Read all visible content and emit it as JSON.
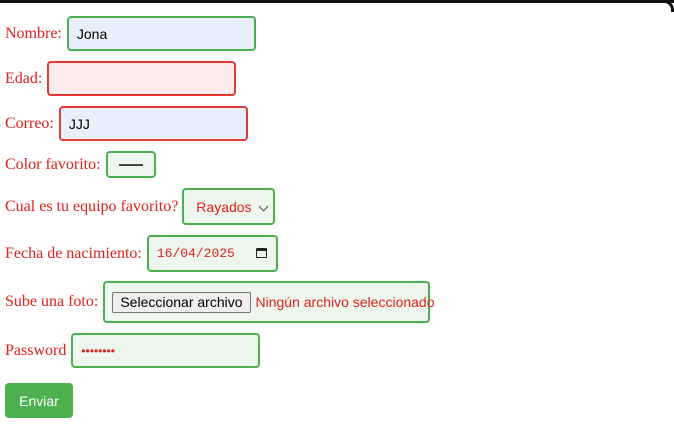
{
  "form": {
    "nombre": {
      "label": "Nombre:",
      "value": "Jona"
    },
    "edad": {
      "label": "Edad:",
      "value": ""
    },
    "correo": {
      "label": "Correo:",
      "value": "JJJ"
    },
    "color": {
      "label": "Color favorito:"
    },
    "equipo": {
      "label": "Cual es tu equipo favorito?",
      "selected": "Rayados"
    },
    "fecha": {
      "label": "Fecha de nacimiento:",
      "value": "16/04/2025"
    },
    "foto": {
      "label": "Sube una foto:",
      "button": "Seleccionar archivo",
      "status": "Ningún archivo seleccionado"
    },
    "password": {
      "label": "Password",
      "value": "••••••••"
    },
    "submit": {
      "label": "Enviar"
    }
  },
  "icons": {
    "select_arrow": "chevron-down-icon",
    "date_picker": "calendar-icon"
  },
  "colors": {
    "label_text": "#e0201c",
    "valid_border": "#4caf50",
    "invalid_border": "#e53935",
    "submit_bg": "#4caf50"
  }
}
